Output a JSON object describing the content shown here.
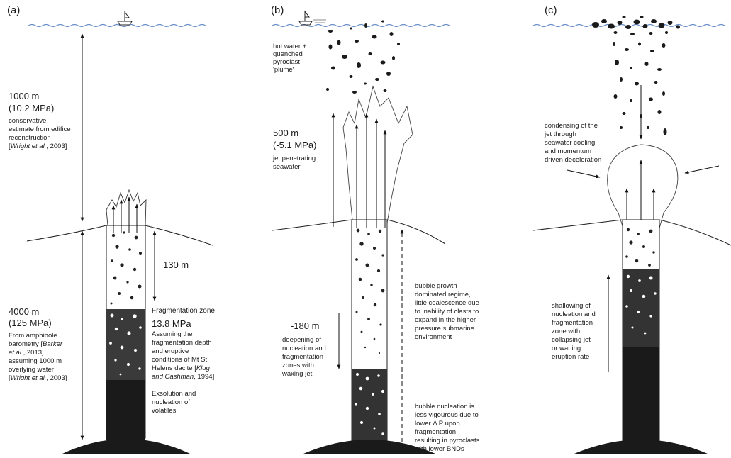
{
  "panels": {
    "a": {
      "tag": "(a)",
      "water_depth": "1000 m",
      "water_pressure": "(10.2 MPa)",
      "water_note": [
        "conservative",
        "estimate from edifice",
        "reconstruction"
      ],
      "water_ref_author": "Wright et al.",
      "water_ref_year": ", 2003]",
      "frag_len": "130 m",
      "conduit_depth": "4000 m",
      "conduit_pressure": "(125 MPa)",
      "conduit_note_1": "From amphibole",
      "conduit_note_2a": "barometry [",
      "conduit_note_2b": "Barker",
      "conduit_note_3a": "et al.",
      "conduit_note_3b": ", 2013]",
      "conduit_note_4": "assuming 1000 m",
      "conduit_note_5": "overlying water",
      "conduit_ref_author": "Wright et al.",
      "conduit_ref_year": ", 2003]",
      "frag_zone": "Fragmentation zone",
      "frag_pressure": "13.8 MPa",
      "frag_note": [
        "Assuming the",
        "fragmentation depth",
        "and eruptive"
      ],
      "frag_note_4": "conditions of Mt St",
      "frag_note_5a": "Helens dacite [",
      "frag_note_5b": "Klug",
      "frag_note_6a": "and Cashman",
      "frag_note_6b": ", 1994]",
      "exsolution": [
        "Exsolution and",
        "nucleation of",
        "volatiles"
      ]
    },
    "b": {
      "tag": "(b)",
      "plume": [
        "hot water +",
        "quenched",
        "pyroclast",
        "'plume'"
      ],
      "jet_height": "500 m",
      "jet_pressure": "(-5.1 MPa)",
      "jet_note": [
        "jet penetrating",
        "seawater"
      ],
      "deepening_depth": "-180 m",
      "deepening_note": [
        "deepening of",
        "nucleation and",
        "fragmentation",
        "zones  with",
        "waxing jet"
      ],
      "growth_note": [
        "bubble growth",
        "dominated regime,",
        "little coalescence due",
        "to inability of clasts to",
        "expand in the higher",
        "pressure submarine",
        "environment"
      ],
      "nucleation_note": [
        "bubble nucleation is",
        "less vigourous due to",
        "lower Δ P upon",
        "fragmentation,",
        "resulting in pyroclasts",
        "with lower BNDs"
      ]
    },
    "c": {
      "tag": "(c)",
      "condense_note": [
        "condensing of the",
        "jet through",
        "seawater cooling",
        "and momentum",
        "driven deceleration"
      ],
      "shallow_note": [
        "shallowing of",
        "nucleation and",
        "fragmentation",
        "zone with",
        "collapsing jet",
        "or waning",
        "eruption rate"
      ]
    }
  }
}
